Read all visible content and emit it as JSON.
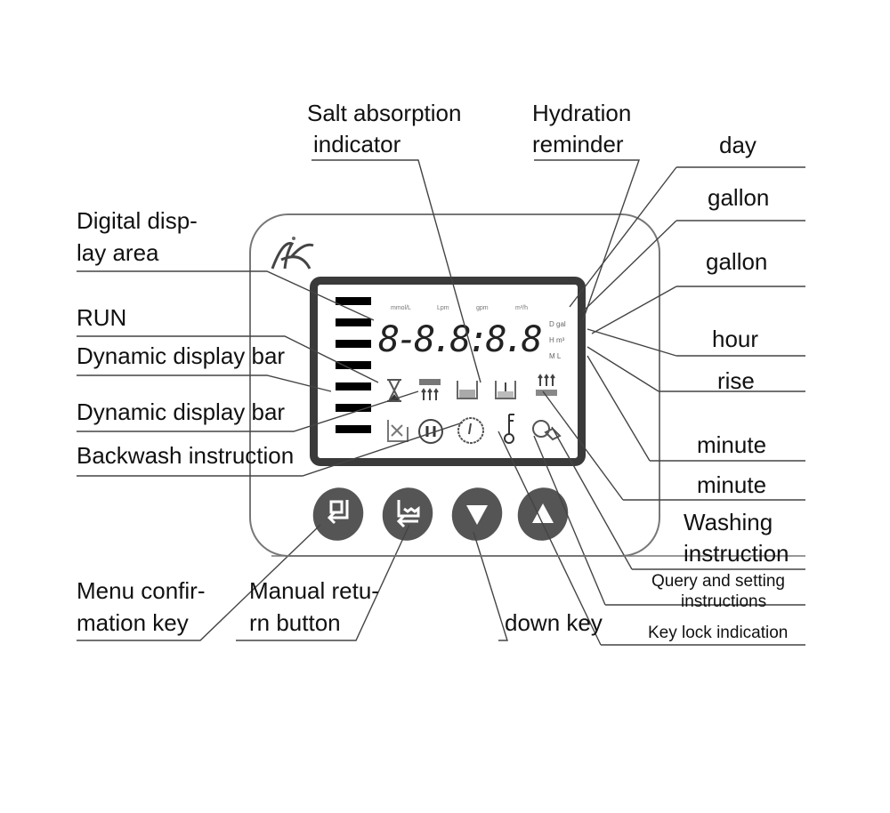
{
  "labels": {
    "salt_absorption": [
      "Salt absorption",
      "indicator"
    ],
    "hydration_reminder": [
      "Hydration",
      "reminder"
    ],
    "day": "day",
    "gallon_1": "gallon",
    "gallon_2": "gallon",
    "hour": "hour",
    "rise": "rise",
    "minute_1": "minute",
    "minute_2": "minute",
    "washing_instruction": [
      "Washing",
      "instruction"
    ],
    "query_setting": [
      "Query and setting",
      "instructions"
    ],
    "key_lock": "Key lock indication",
    "digital_display": [
      "Digital disp-",
      "lay area"
    ],
    "run": "RUN",
    "dynamic_bar_1": "Dynamic display bar",
    "dynamic_bar_2": "Dynamic display bar",
    "backwash": "Backwash instruction",
    "menu_confirmation": [
      "Menu confir-",
      "mation key"
    ],
    "manual_return": [
      "Manual retu-",
      "rn button"
    ],
    "down_key": "down key"
  },
  "lcd": {
    "digits": "8-8.8:8.8",
    "units": [
      "mmol/L",
      "Lpm",
      "gpm",
      "m³/h"
    ],
    "side_units": [
      "D gal",
      "H m³",
      "M L"
    ]
  },
  "colors": {
    "frame": "#3a3a3a",
    "key": "#555555",
    "line": "#444444"
  }
}
